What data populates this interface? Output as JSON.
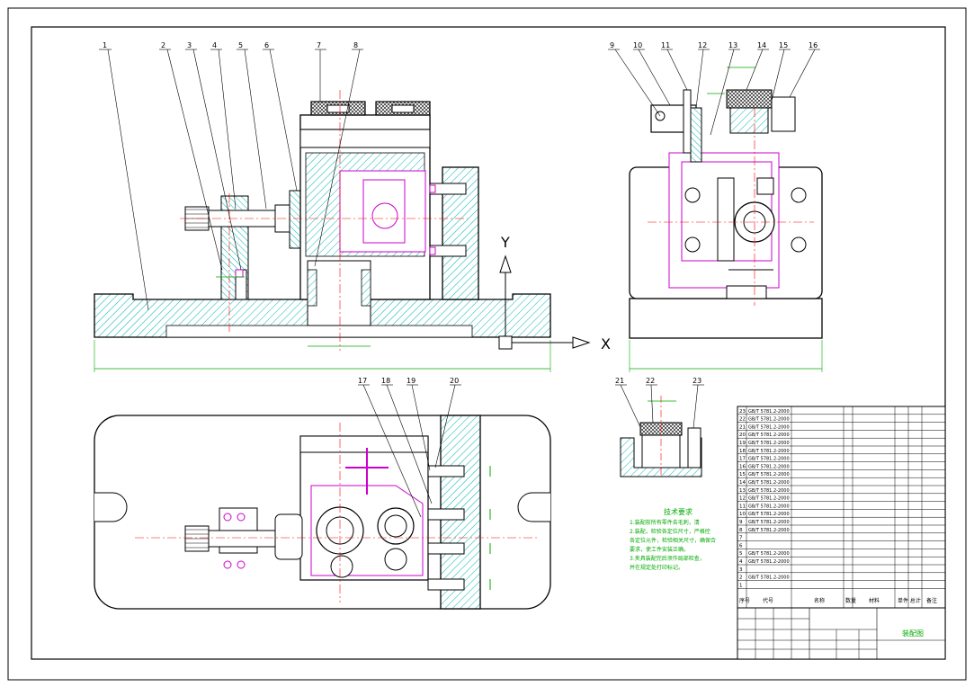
{
  "balloons": [
    "1",
    "2",
    "3",
    "4",
    "5",
    "6",
    "7",
    "8",
    "9",
    "10",
    "11",
    "12",
    "13",
    "14",
    "15",
    "16",
    "17",
    "18",
    "19",
    "20",
    "21",
    "22",
    "23"
  ],
  "axis": {
    "x_label": "X",
    "y_label": "Y"
  },
  "tech_notes": {
    "title": "技术要求",
    "lines": [
      "1.装配前所有零件去毛刺，清",
      "2.装配，检验各定位尺寸，严格控",
      "各定位元件，检验相关尺寸，确保合",
      "要求，使工件安装正确。",
      "3.夹具装配完后须作局部检查，",
      "并在规定处打印标记。"
    ]
  },
  "bom_header": {
    "seq": "序号",
    "code": "代号",
    "name": "名称",
    "qty": "数量",
    "material": "材料",
    "weight": "单件 总计",
    "note": "备注"
  },
  "bom_rows": [
    {
      "seq": "23",
      "code": "GB/T 5781.2-2000"
    },
    {
      "seq": "22",
      "code": "GB/T 5781.2-2000"
    },
    {
      "seq": "21",
      "code": "GB/T 5781.2-2000"
    },
    {
      "seq": "20",
      "code": "GB/T 5781.2-2000"
    },
    {
      "seq": "19",
      "code": "GB/T 5781.2-2000"
    },
    {
      "seq": "18",
      "code": "GB/T 5781.2-2000"
    },
    {
      "seq": "17",
      "code": "GB/T 5781.2-2000"
    },
    {
      "seq": "16",
      "code": "GB/T 5781.2-2000"
    },
    {
      "seq": "15",
      "code": "GB/T 5781.2-2000"
    },
    {
      "seq": "14",
      "code": "GB/T 5781.2-2000"
    },
    {
      "seq": "13",
      "code": "GB/T 5781.2-2000"
    },
    {
      "seq": "12",
      "code": "GB/T 5781.2-2000"
    },
    {
      "seq": "11",
      "code": "GB/T 5781.2-2000"
    },
    {
      "seq": "10",
      "code": "GB/T 5781.2-2000"
    },
    {
      "seq": "9",
      "code": "GB/T 5781.2-2000"
    },
    {
      "seq": "8",
      "code": "GB/T 5781.2-2000"
    },
    {
      "seq": "7",
      "code": ""
    },
    {
      "seq": "6",
      "code": ""
    },
    {
      "seq": "5",
      "code": "GB/T 5781.2-2000"
    },
    {
      "seq": "4",
      "code": "GB/T 5781.2-2000"
    },
    {
      "seq": "3",
      "code": ""
    },
    {
      "seq": "2",
      "code": "GB/T 5781.2-2000"
    },
    {
      "seq": "1",
      "code": ""
    }
  ],
  "title_block": {
    "drawing_name": "装配图"
  },
  "colors": {
    "outline": "#000000",
    "hatch": "#00b4b4",
    "magenta": "#cc00cc",
    "center": "#ff0000",
    "dim": "#00aa00",
    "lead": "#000000"
  }
}
